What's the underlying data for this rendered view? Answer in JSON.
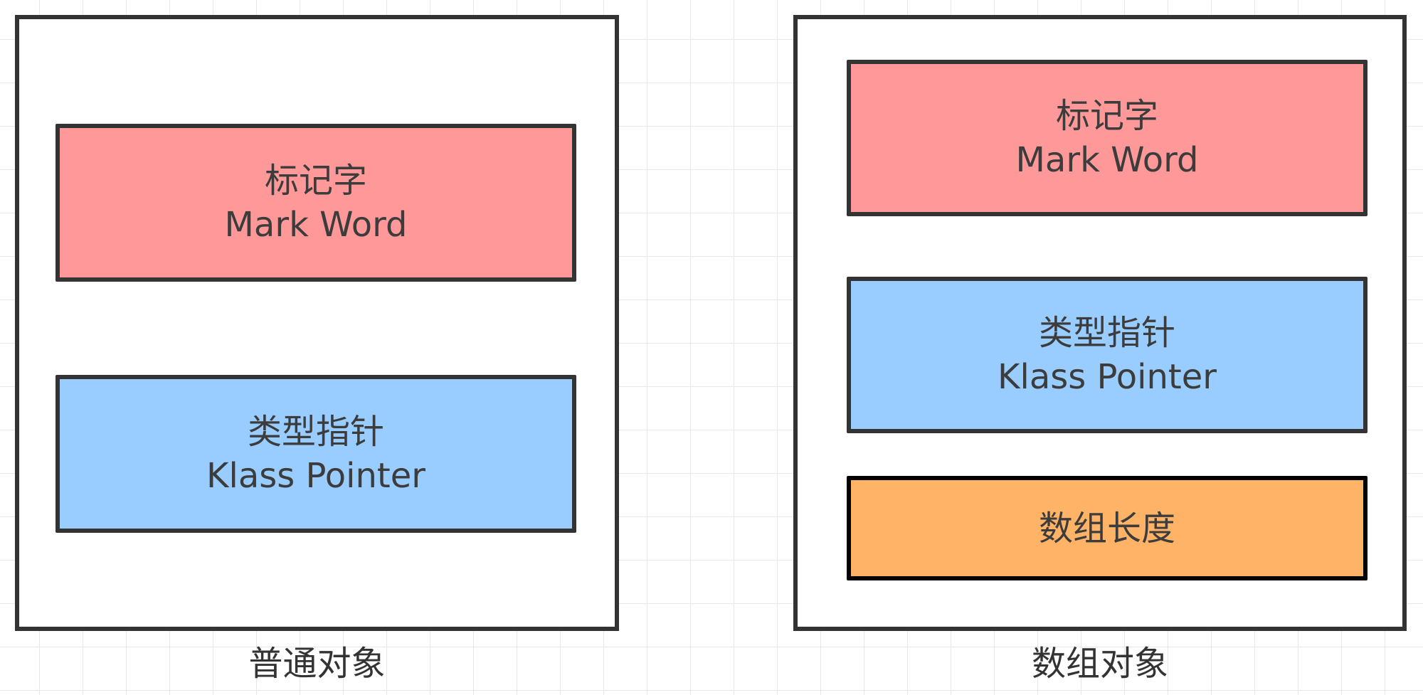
{
  "plain_object": {
    "caption": "普通对象",
    "mark_word": {
      "zh": "标记字",
      "en": "Mark Word"
    },
    "klass_pointer": {
      "zh": "类型指针",
      "en": "Klass Pointer"
    }
  },
  "array_object": {
    "caption": "数组对象",
    "mark_word": {
      "zh": "标记字",
      "en": "Mark Word"
    },
    "klass_pointer": {
      "zh": "类型指针",
      "en": "Klass Pointer"
    },
    "array_length": {
      "zh": "数组长度"
    }
  },
  "colors": {
    "mark_word": "#ff9999",
    "klass_pointer": "#99ccff",
    "array_length": "#ffb366",
    "border": "#333333"
  }
}
